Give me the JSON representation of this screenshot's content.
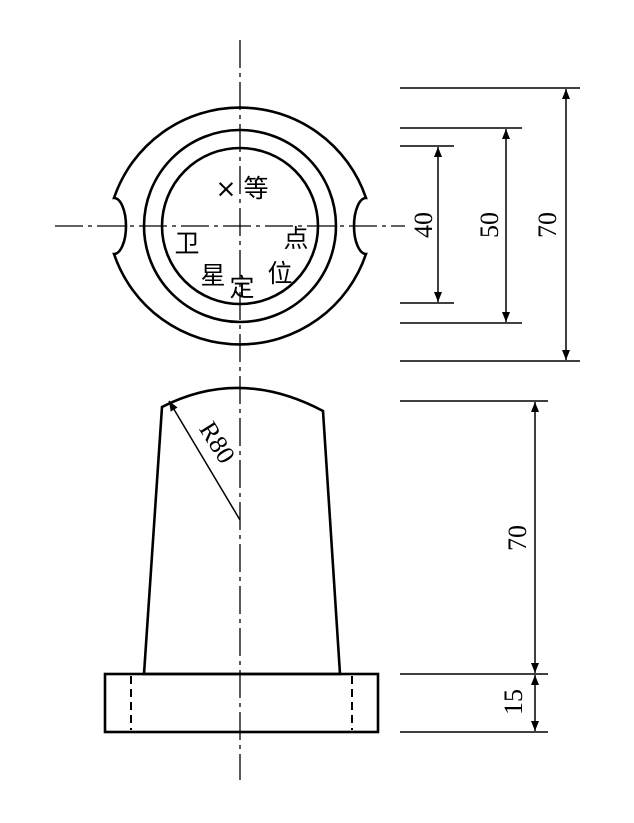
{
  "top_view": {
    "marker": "×",
    "labels": [
      "等",
      "点",
      "位",
      "定",
      "星",
      "卫"
    ]
  },
  "dimensions": {
    "d40": "40",
    "d50": "50",
    "d70_top": "70",
    "radius": "R80",
    "height_70": "70",
    "base_15": "15"
  },
  "colors": {
    "ink": "#000000",
    "paper": "#ffffff"
  }
}
